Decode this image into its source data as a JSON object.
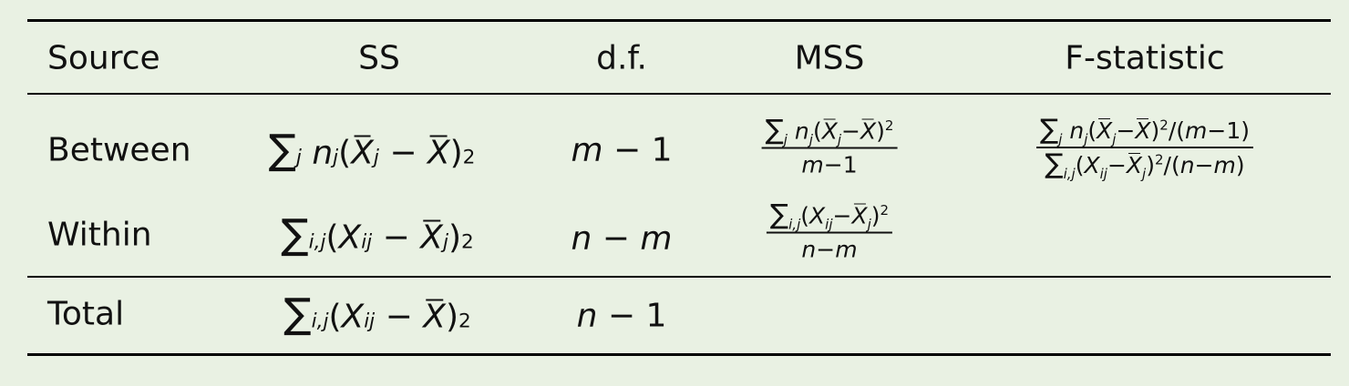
{
  "table": {
    "headers": [
      "Source",
      "SS",
      "d.f.",
      "MSS",
      "F-statistic"
    ],
    "rows": [
      {
        "source": "Between",
        "ss": "∑j nj(X̄j − X̄)2",
        "df": "m − 1",
        "mss": "∑j nj(X̄j−X̄)2 / m−1",
        "f": "∑j nj(X̄j−X̄)2/(m−1) / ∑i,j(Xij−X̄j)2/(n−m)"
      },
      {
        "source": "Within",
        "ss": "∑i,j(Xij − X̄j)2",
        "df": "n − m",
        "mss": "∑i,j(Xij−X̄j)2 / n−m",
        "f": ""
      },
      {
        "source": "Total",
        "ss": "∑i,j(Xij − X̄)2",
        "df": "n − 1",
        "mss": "",
        "f": ""
      }
    ]
  }
}
